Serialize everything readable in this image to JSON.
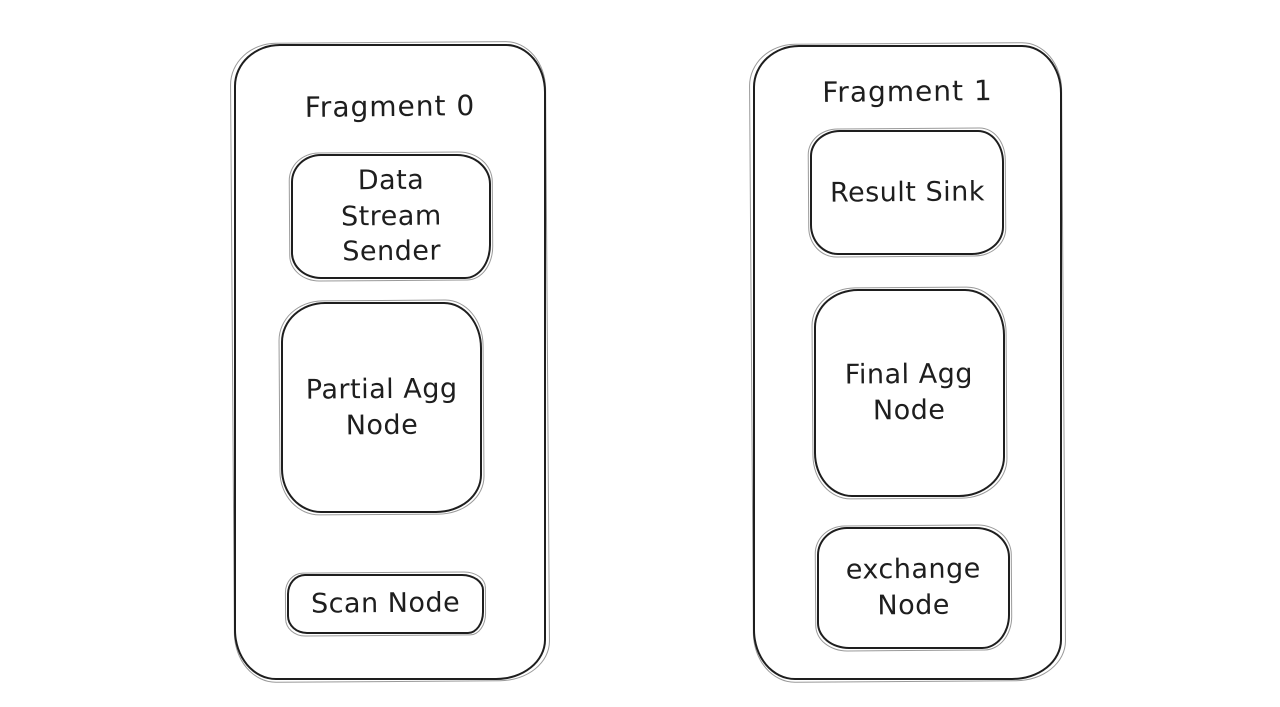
{
  "colors": {
    "stroke": "#1e1e1e",
    "text": "#1e1e1e",
    "background": "#ffffff"
  },
  "diagram": {
    "fragments": [
      {
        "title": "Fragment 0",
        "nodes": [
          {
            "label": "Data\nStream\nSender"
          },
          {
            "label": "Partial Agg\nNode"
          },
          {
            "label": "Scan Node"
          }
        ]
      },
      {
        "title": "Fragment 1",
        "nodes": [
          {
            "label": "Result Sink"
          },
          {
            "label": "Final Agg\nNode"
          },
          {
            "label": "exchange\nNode"
          }
        ]
      }
    ]
  }
}
